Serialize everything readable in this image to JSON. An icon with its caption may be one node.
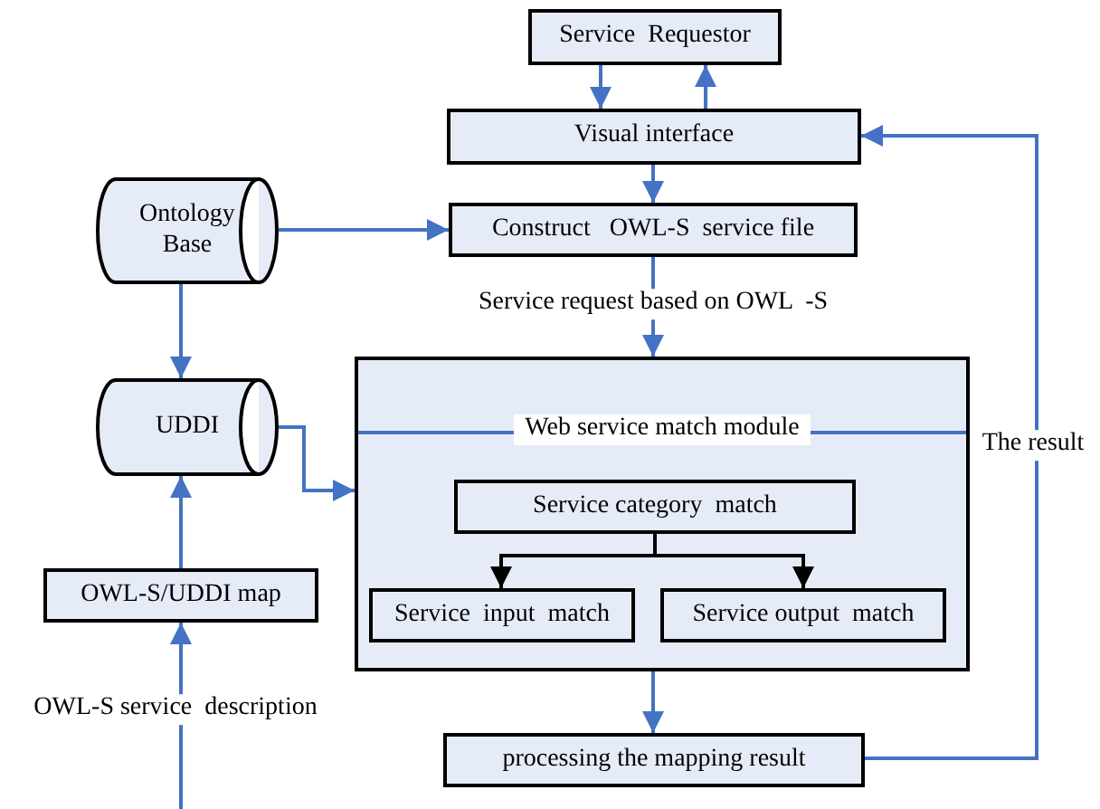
{
  "diagram": {
    "nodes": [
      {
        "text": [
          "Service  Requestor"
        ]
      },
      {
        "text": [
          "Visual interface"
        ]
      },
      {
        "text": [
          "Ontology Base"
        ]
      },
      {
        "text": [
          "Construct   OWL-S  service file"
        ]
      },
      {
        "text": [
          "Web service match module"
        ]
      },
      {
        "text": [
          "Service category  match"
        ],
        "in": 4
      },
      {
        "text": [
          "Service  input  match"
        ],
        "in": 4
      },
      {
        "text": [
          "Service output  match"
        ],
        "in": 4
      },
      {
        "text": [
          "UDDI"
        ]
      },
      {
        "text": [
          "OWL-S/UDDI map"
        ]
      },
      {
        "text": [
          "processing the mapping result"
        ]
      }
    ],
    "edges": [
      {
        "from": 0,
        "to": 1,
        "arrow": "to"
      },
      {
        "from": 1,
        "to": 0,
        "arrow": "to"
      },
      {
        "from": 1,
        "to": 3,
        "arrow": "to"
      },
      {
        "from": 2,
        "to": 3,
        "arrow": "to"
      },
      {
        "from": 2,
        "to": 8,
        "arrow": "to"
      },
      {
        "from": 3,
        "to": 4,
        "arrow": "to",
        "label": "Service request based on OWL  -S"
      },
      {
        "from": 8,
        "to": 4,
        "arrow": "to"
      },
      {
        "from": 9,
        "to": 8,
        "arrow": "to"
      },
      {
        "from": null,
        "to": 9,
        "arrow": "to",
        "label": "OWL-S service  description"
      },
      {
        "from": 5,
        "to": 6,
        "arrow": "to",
        "color": "#000000"
      },
      {
        "from": 5,
        "to": 7,
        "arrow": "to",
        "color": "#000000"
      },
      {
        "from": 4,
        "to": 10,
        "arrow": "to"
      },
      {
        "from": 10,
        "to": 1,
        "arrow": "to",
        "label": "The result"
      }
    ]
  }
}
